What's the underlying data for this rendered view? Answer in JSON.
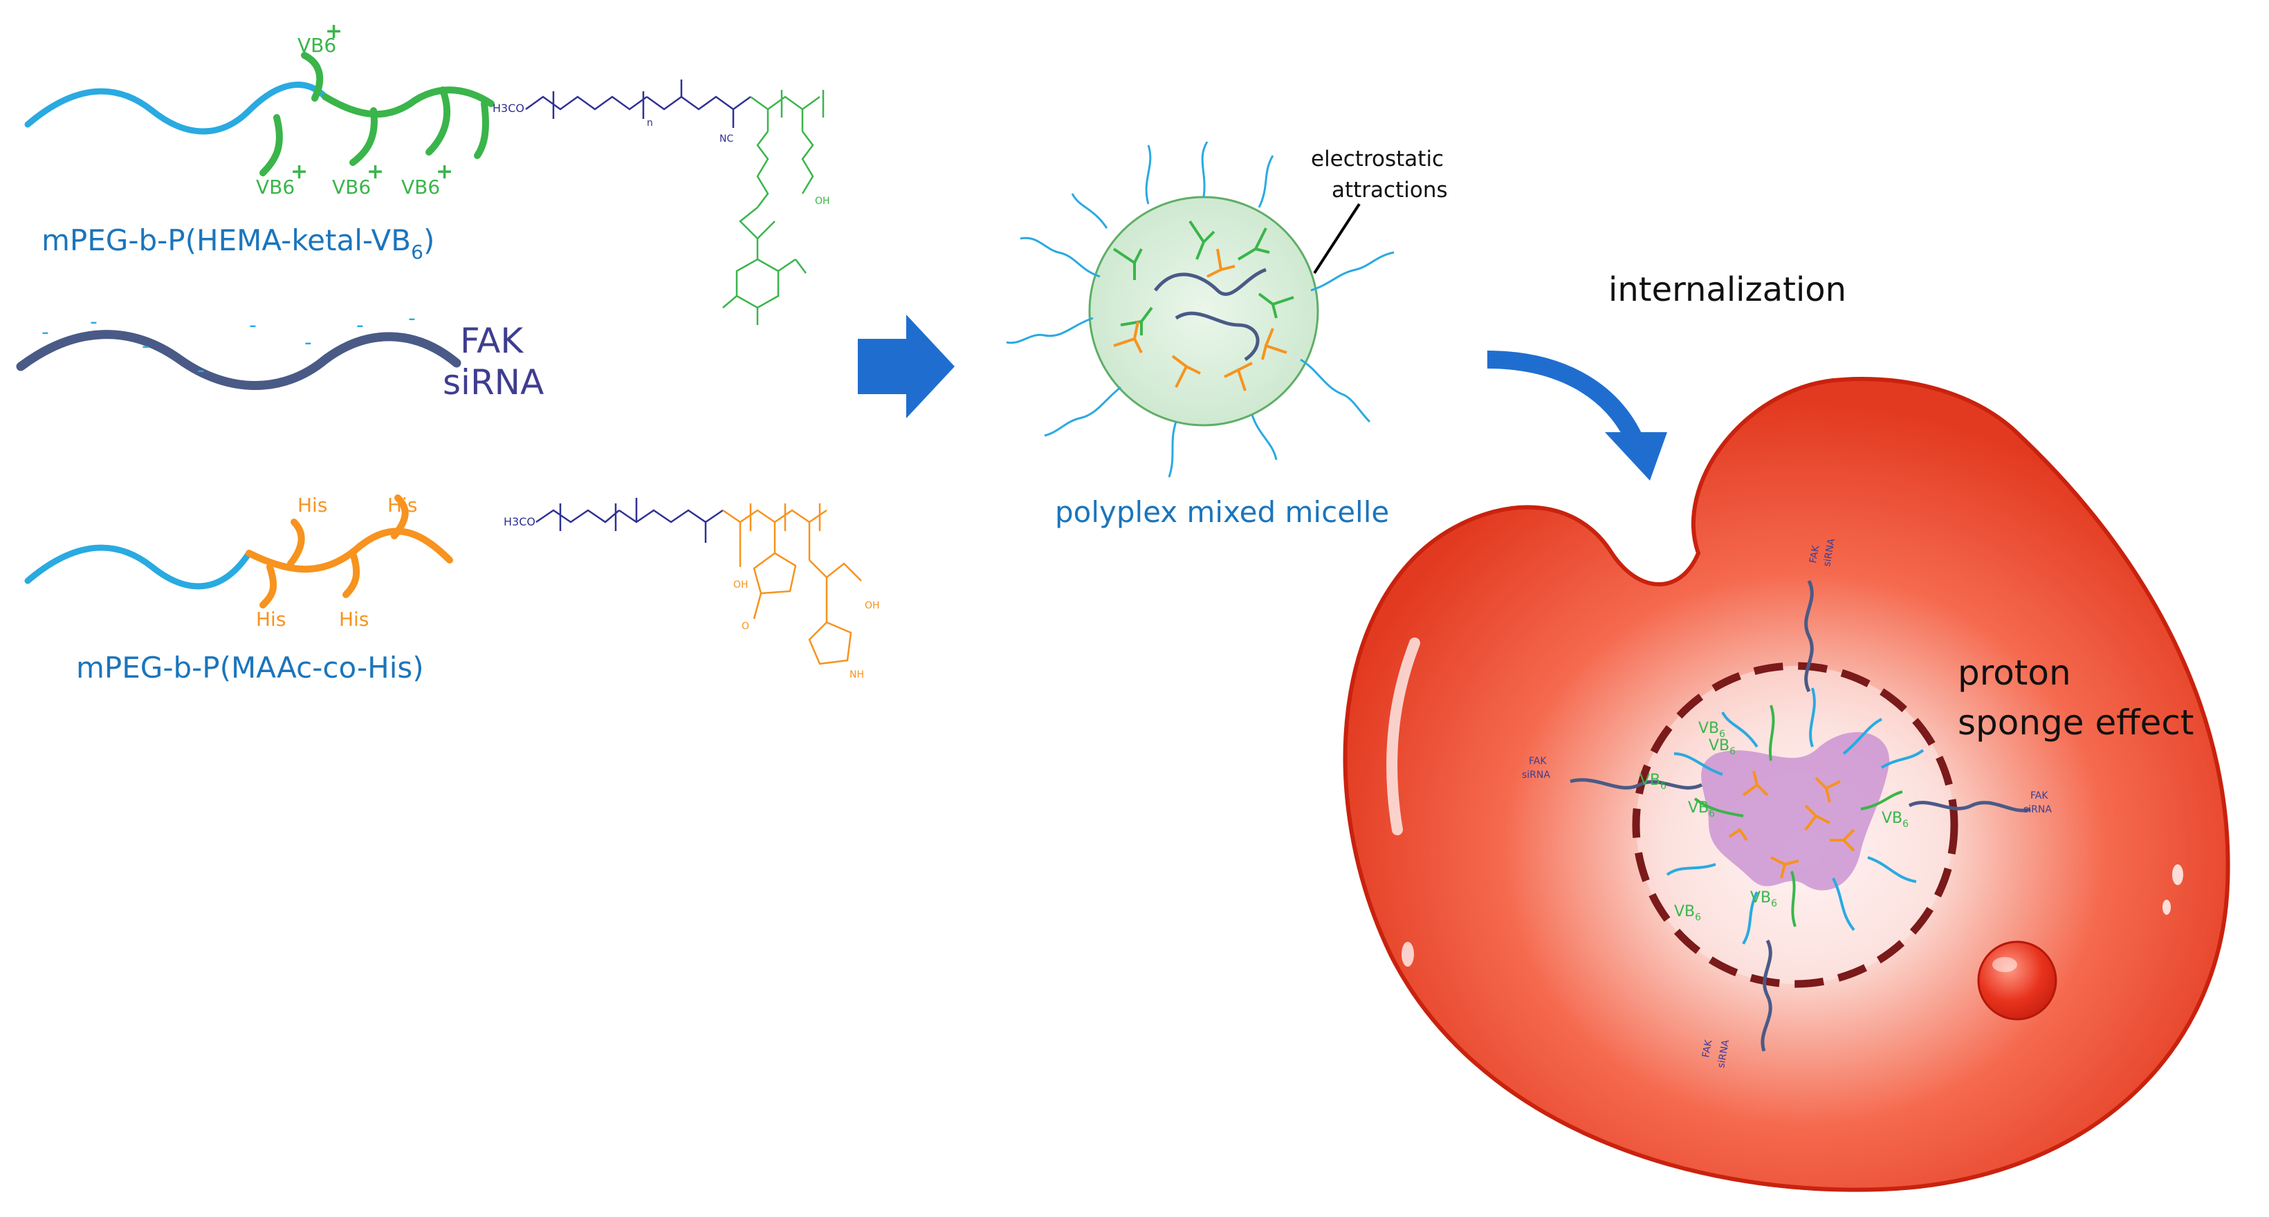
{
  "polymer1": {
    "name": "mPEG-b-P(HEMA-ketal-VB",
    "subscript": "6",
    "close": ")",
    "vb6": "VB6",
    "plus": "+"
  },
  "sirna": {
    "line1": "FAK",
    "line2": "siRNA",
    "minus": "-"
  },
  "polymer2": {
    "name": "mPEG-b-P(MAAc-co-His)",
    "his": "His"
  },
  "micelle": {
    "label": "polyplex mixed micelle",
    "callout_line1": "electrostatic",
    "callout_line2": "attractions"
  },
  "process": {
    "internalization": "internalization"
  },
  "cell": {
    "effect_line1": "proton",
    "effect_line2": "sponge effect",
    "fak": "FAK",
    "sirna": "siRNA",
    "vb": "VB",
    "vb_sub": "6"
  },
  "chem": {
    "h3co": "H3CO",
    "n": "n",
    "cn": "NC",
    "oh": "OH",
    "o": "O",
    "nh": "NH"
  },
  "colors": {
    "peg": "#29aae1",
    "vb6": "#3ab54a",
    "his": "#f7931e",
    "sirna": "#4a5a86",
    "sirna_label": "#3f3d8f",
    "blue_text": "#1b75bc",
    "chem_blue": "#2e3192",
    "arrow": "#1f6ecf",
    "cell": "#f04a2f",
    "endosome": "#7a1a1a"
  }
}
